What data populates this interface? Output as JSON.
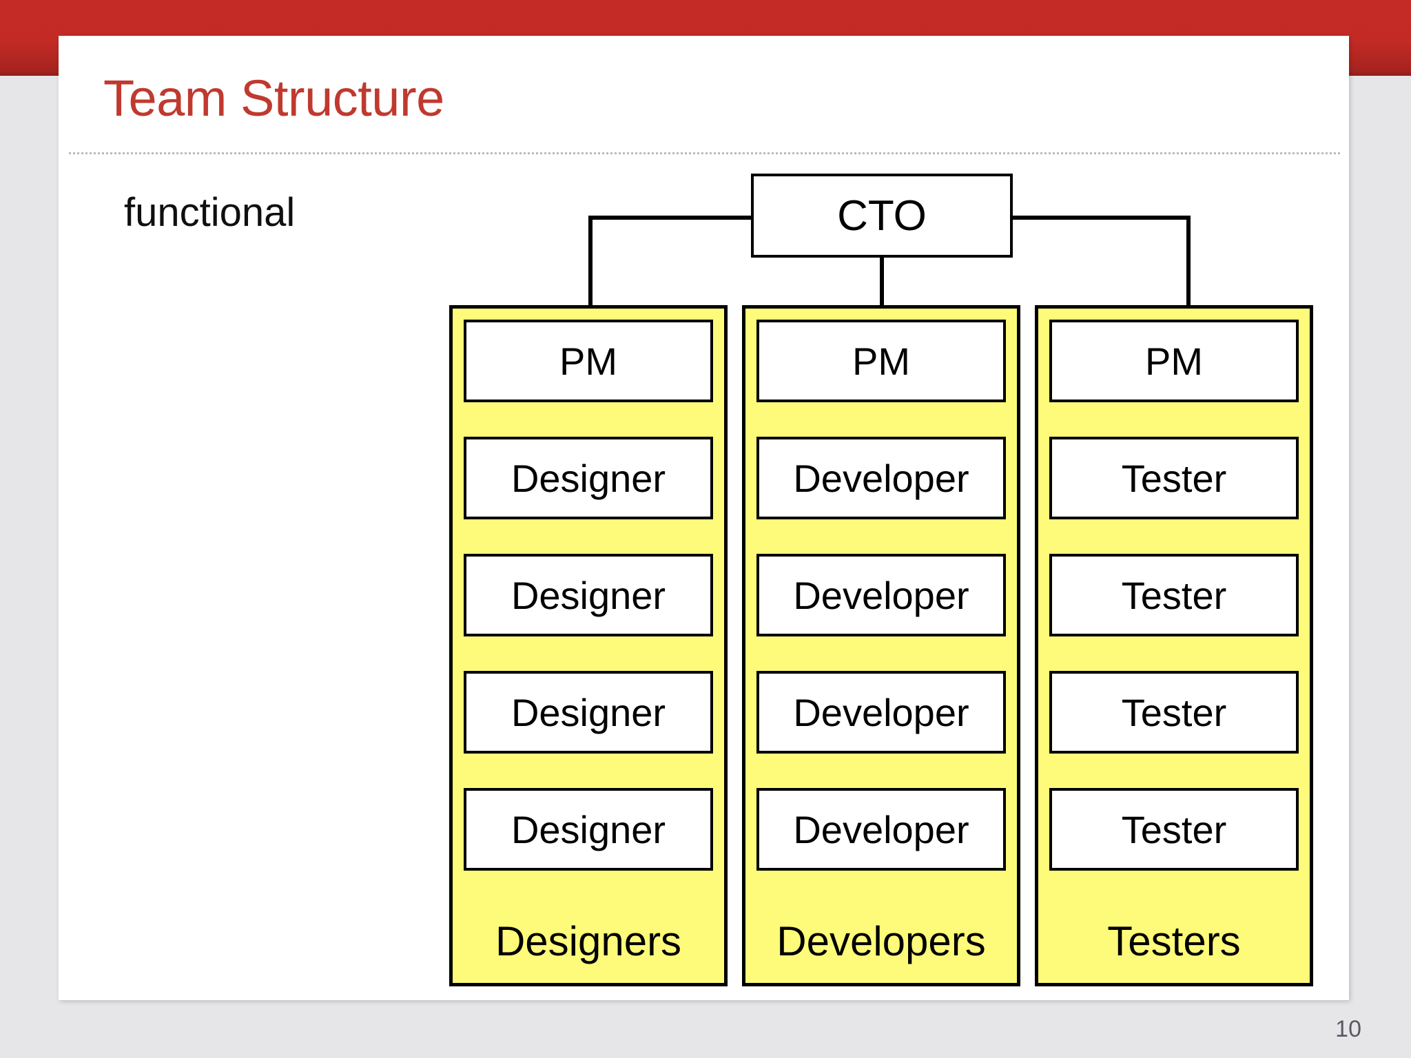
{
  "slide": {
    "title": "Team Structure",
    "body_label": "functional",
    "page_number": "10",
    "colors": {
      "accent_red": "#C42B26",
      "title_red": "#C0392F",
      "highlight_yellow": "#FFFB7A",
      "card_white": "#FFFFFF",
      "background_gray": "#E6E6E9",
      "outline_black": "#000000"
    }
  },
  "org_chart": {
    "root": {
      "label": "CTO"
    },
    "columns": [
      {
        "lead": "PM",
        "members": [
          "Designer",
          "Designer",
          "Designer",
          "Designer"
        ],
        "footer": "Designers"
      },
      {
        "lead": "PM",
        "members": [
          "Developer",
          "Developer",
          "Developer",
          "Developer"
        ],
        "footer": "Developers"
      },
      {
        "lead": "PM",
        "members": [
          "Tester",
          "Tester",
          "Tester",
          "Tester"
        ],
        "footer": "Testers"
      }
    ]
  }
}
